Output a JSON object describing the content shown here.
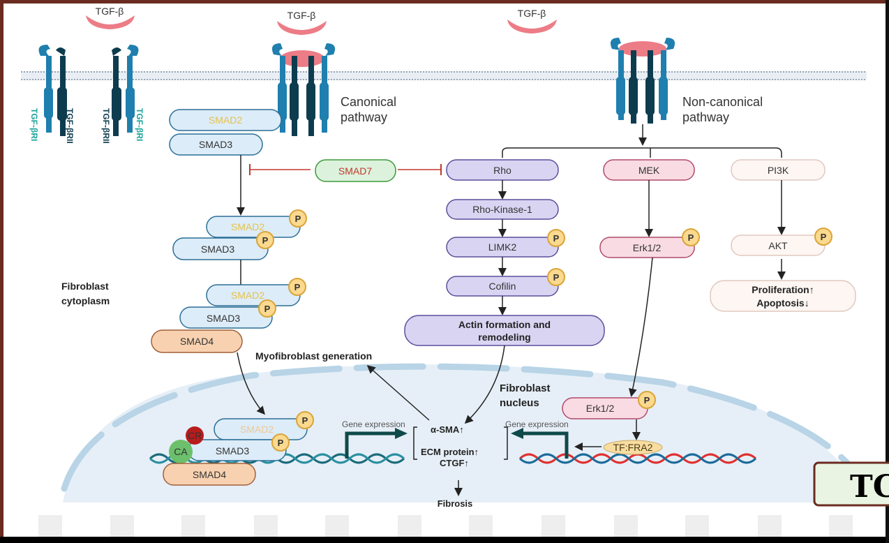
{
  "ligand_label": "TGF-β",
  "receptors": {
    "type1": "TGF-βRI",
    "type2": "TGF-βRII"
  },
  "pathways": {
    "canonical": [
      "Canonical",
      "pathway"
    ],
    "non_canonical": [
      "Non-canonical",
      "pathway"
    ]
  },
  "compartments": {
    "cytoplasm": [
      "Fibroblast",
      "cytoplasm"
    ],
    "nucleus": [
      "Fibroblast",
      "nucleus"
    ]
  },
  "proteins": {
    "smad2": "SMAD2",
    "smad3": "SMAD3",
    "smad4": "SMAD4",
    "smad7": "SMAD7",
    "phospho": "P",
    "rho": "Rho",
    "rock1": "Rho-Kinase-1",
    "limk2": "LIMK2",
    "cofilin": "Cofilin",
    "actin": [
      "Actin formation and",
      "remodeling"
    ],
    "mek": "MEK",
    "erk": "Erk1/2",
    "pi3k": "PI3K",
    "akt": "AKT",
    "outcome": [
      "Proliferation↑",
      "Apoptosis↓"
    ],
    "cr": "CR",
    "ca": "CA",
    "tf": "TF:FRA2"
  },
  "nucleus_labels": {
    "gene_expression": "Gene expression",
    "targets": [
      "α-SMA↑",
      "ECM protein↑",
      "CTGF↑"
    ],
    "myofibroblast": "Myofibroblast generation",
    "fibrosis": "Fibrosis"
  },
  "corner_badge": "TC",
  "colors": {
    "frame_top": "#6b2b20",
    "frame_bottom": "#000000",
    "inhibition": "#c0392b",
    "smad_fill": "#dcecf8",
    "rho_fill": "#d9d4f2",
    "mek_fill": "#f9dbe4",
    "nucleus_fill": "#e6eff7"
  }
}
